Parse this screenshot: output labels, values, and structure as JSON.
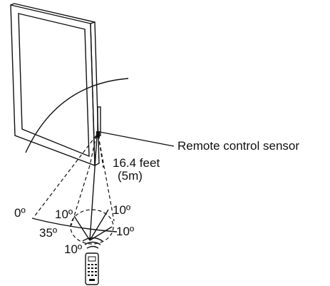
{
  "labels": {
    "sensor": "Remote control sensor",
    "distance_ft": "16.4 feet",
    "distance_m": "(5m)",
    "angle_0": "0º",
    "angle_35": "35º",
    "angle_10_left": "10º",
    "angle_10_right_top": "10º",
    "angle_10_right_bottom": "10º",
    "angle_10_bottom": "10º"
  },
  "colors": {
    "line": "#111111",
    "background": "#ffffff"
  }
}
